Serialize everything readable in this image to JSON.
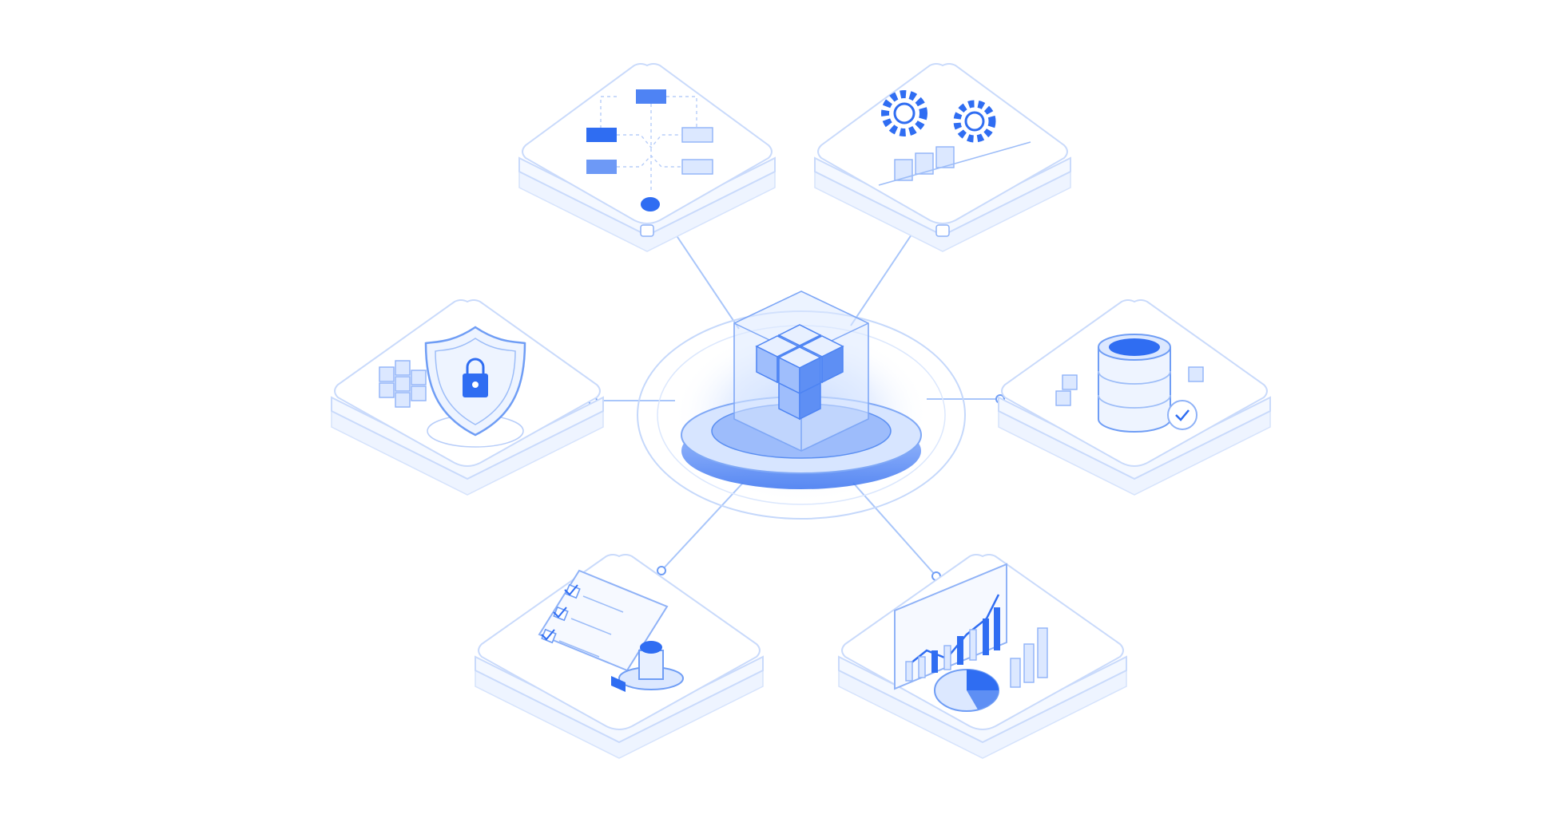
{
  "colors": {
    "accent": "#2f6df2",
    "light_accent": "#dce8ff",
    "outline": "#c9dafb",
    "background": "#ffffff"
  },
  "nodes": [
    {
      "id": "workflow",
      "icon": "flowchart-icon"
    },
    {
      "id": "settings",
      "icon": "gears-icon"
    },
    {
      "id": "security",
      "icon": "shield-lock-icon"
    },
    {
      "id": "database",
      "icon": "database-icon"
    },
    {
      "id": "approval",
      "icon": "checklist-stamp-icon"
    },
    {
      "id": "analytics",
      "icon": "chart-dashboard-icon"
    }
  ],
  "hub": {
    "icon": "cube-cluster-icon"
  }
}
